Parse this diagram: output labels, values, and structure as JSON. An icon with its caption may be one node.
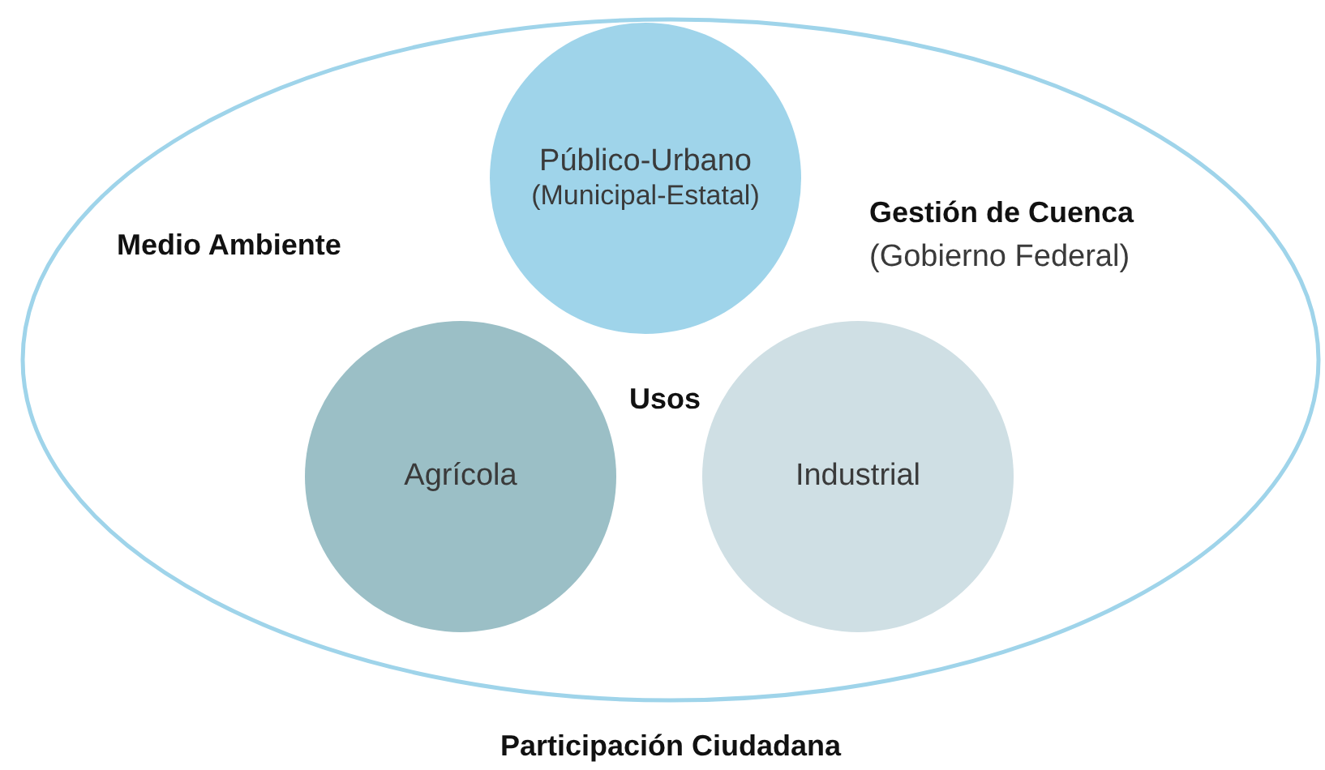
{
  "diagram": {
    "nodes": [
      {
        "text": [
          "Participación Ciudadana"
        ]
      },
      {
        "text": [
          "Público-Urbano",
          "(Municipal-Estatal)"
        ],
        "in": 0
      },
      {
        "text": [
          "Agrícola"
        ],
        "in": 0
      },
      {
        "text": [
          "Industrial"
        ],
        "in": 0
      }
    ],
    "labels": [
      "Medio Ambiente",
      "Gestión de Cuenca",
      "(Gobierno Federal)",
      "Usos"
    ]
  }
}
